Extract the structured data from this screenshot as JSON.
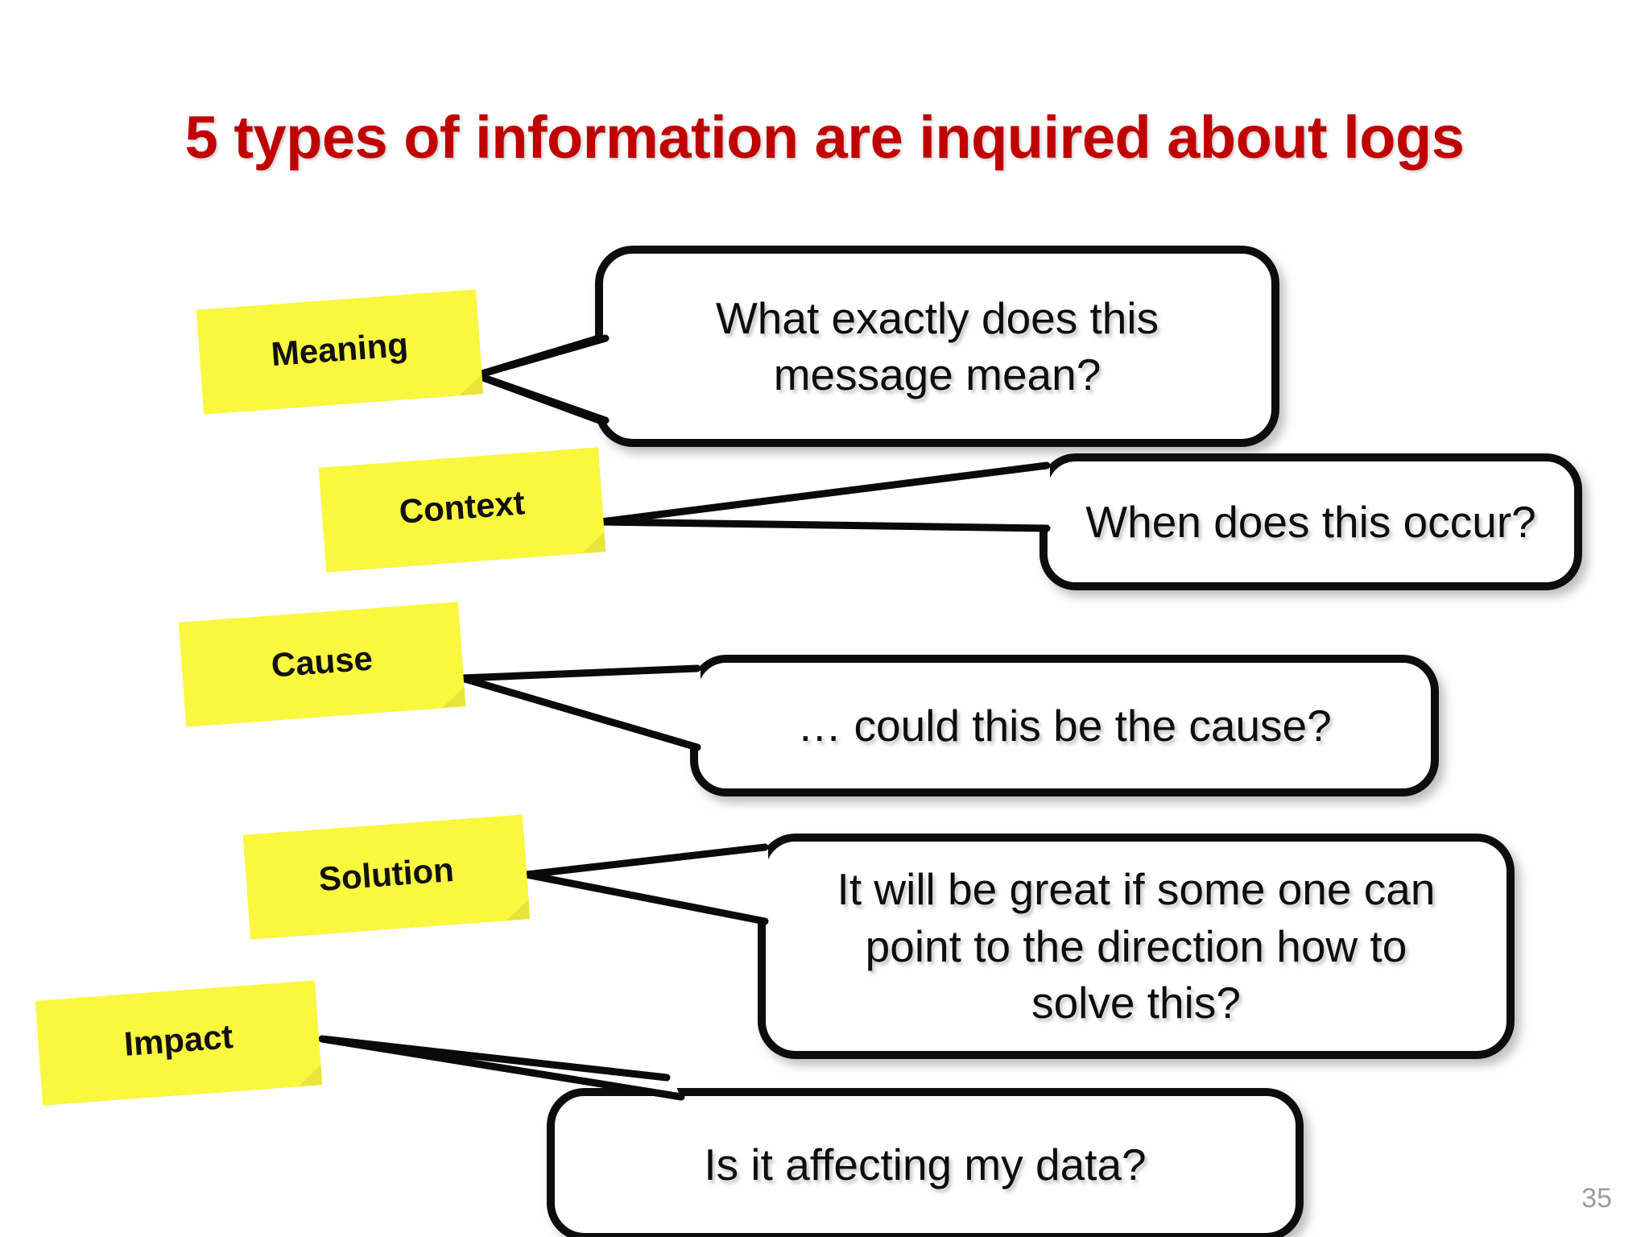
{
  "slide": {
    "title": "5 types of information are inquired about logs",
    "title_color": "#C00000",
    "background_color": "#FFFFFF",
    "page_number": "35",
    "page_number_color": "#9C9C9C"
  },
  "note_color": "#FAF73F",
  "bubble": {
    "fill": "#FFFFFF",
    "stroke": "#000000"
  },
  "items": [
    {
      "note_label": "Meaning",
      "quote": "What exactly does this message mean?",
      "quote_lines": [
        "What exactly does this",
        "message mean?"
      ]
    },
    {
      "note_label": "Context",
      "quote": "When does this occur?",
      "quote_lines": [
        "When does this occur?"
      ]
    },
    {
      "note_label": "Cause",
      "quote": "… could this be the cause?",
      "quote_lines": [
        "… could this be the cause?"
      ]
    },
    {
      "note_label": "Solution",
      "quote": "It will be great if some one can point to the direction how to solve this?",
      "quote_lines": [
        "It will be great if some one can",
        "point to the direction how to",
        "solve this?"
      ]
    },
    {
      "note_label": "Impact",
      "quote": "Is it affecting my data?",
      "quote_lines": [
        "Is it affecting my data?"
      ]
    }
  ]
}
